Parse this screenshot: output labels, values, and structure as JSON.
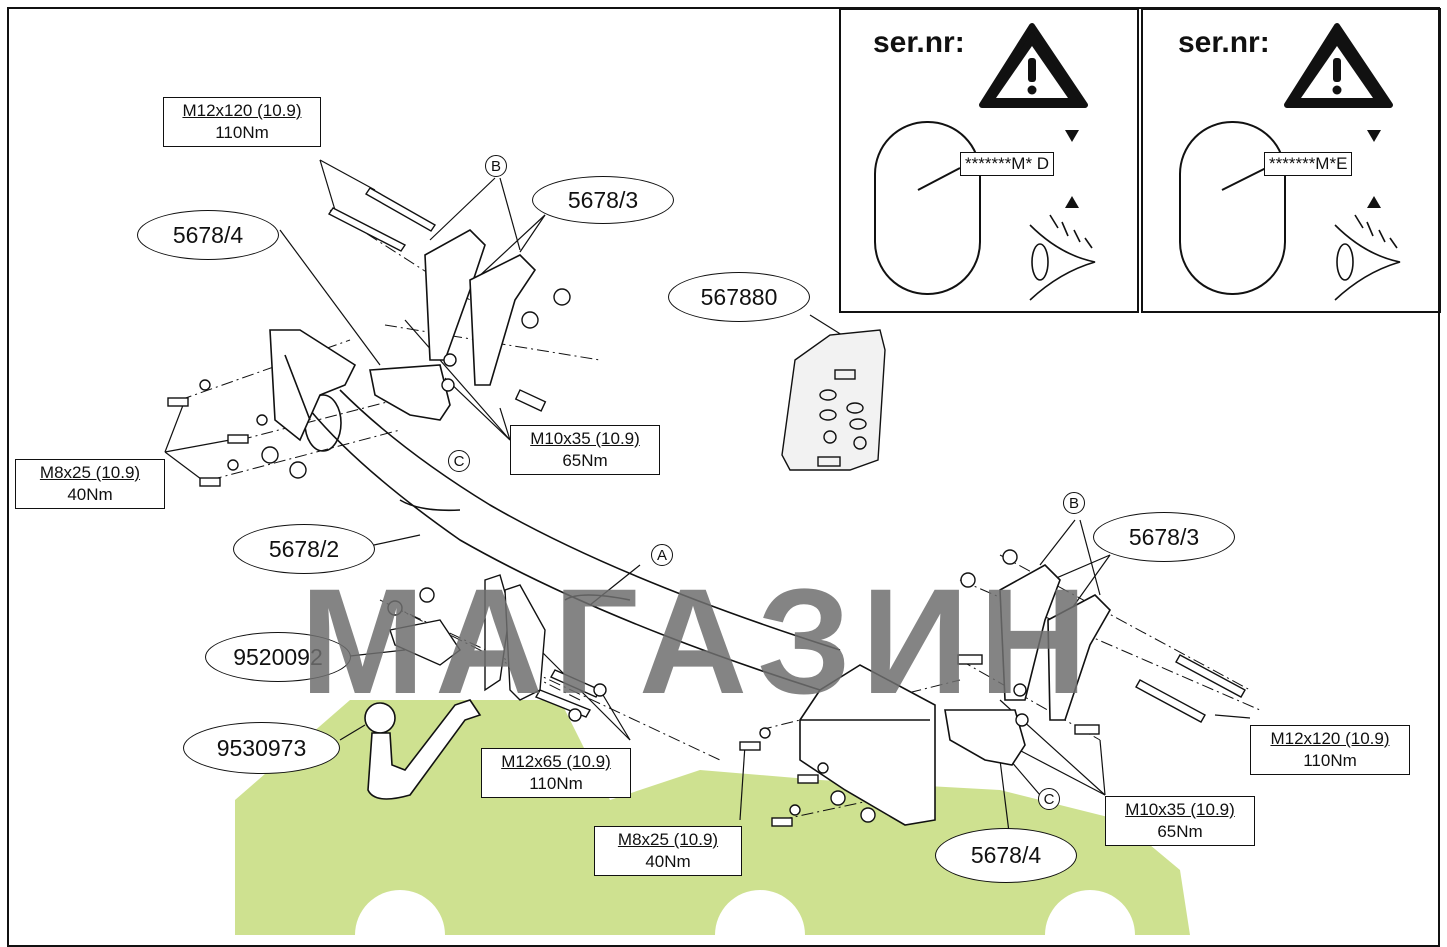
{
  "serial_panels": [
    {
      "label": "ser.nr:",
      "code": "*******M* D"
    },
    {
      "label": "ser.nr:",
      "code": "*******M*E"
    }
  ],
  "part_labels": {
    "p5678_4_top": "5678/4",
    "p5678_3_top": "5678/3",
    "p567880": "567880",
    "p5678_2": "5678/2",
    "p5678_3_right": "5678/3",
    "p9520092": "9520092",
    "p9530973": "9530973",
    "p5678_4_bottom": "5678/4"
  },
  "callouts": {
    "b_top": "B",
    "b_right": "B",
    "a": "A",
    "c_top": "C",
    "c_bottom": "C"
  },
  "bolt_specs": {
    "m12x120_top": {
      "size": "M12x120 (10.9)",
      "torque": "110Nm"
    },
    "m10x35_top": {
      "size": "M10x35 (10.9)",
      "torque": "65Nm"
    },
    "m8x25_left": {
      "size": "M8x25 (10.9)",
      "torque": "40Nm"
    },
    "m12x65": {
      "size": "M12x65 (10.9)",
      "torque": "110Nm"
    },
    "m8x25_bottom": {
      "size": "M8x25 (10.9)",
      "torque": "40Nm"
    },
    "m12x120_right": {
      "size": "M12x120 (10.9)",
      "torque": "110Nm"
    },
    "m10x35_right": {
      "size": "M10x35 (10.9)",
      "torque": "65Nm"
    }
  },
  "watermark": "МАГАЗИН",
  "colors": {
    "watermark_text": "#6e6e6e",
    "car_silhouette": "#c5dc7c"
  }
}
